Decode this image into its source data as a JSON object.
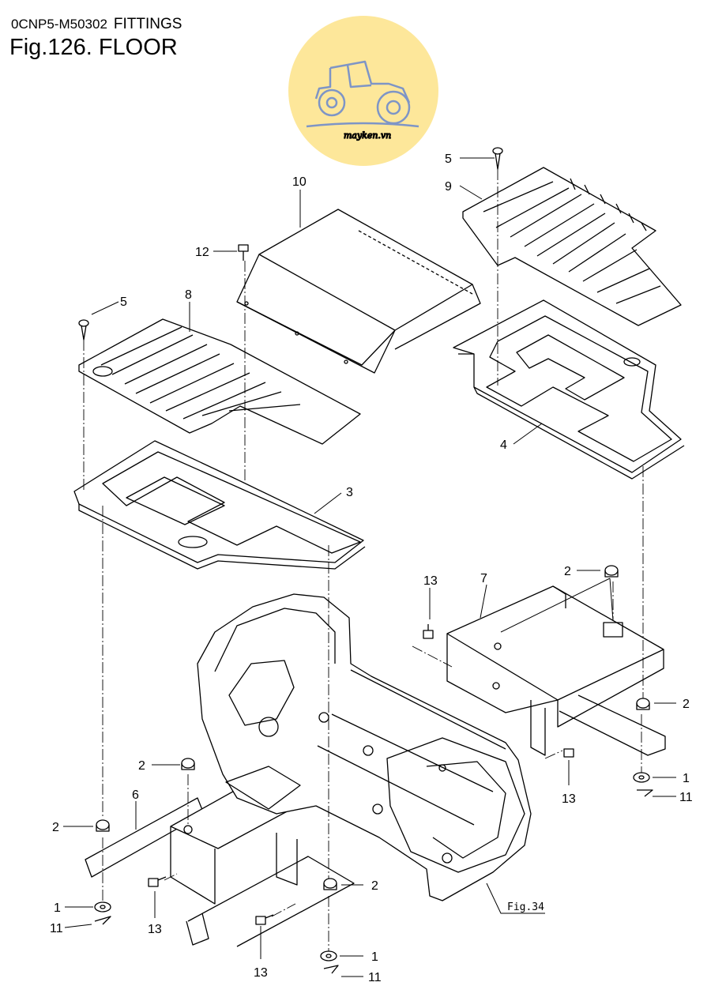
{
  "header": {
    "code": "0CNP5-M50302",
    "section": "FITTINGS",
    "figure_title": "Fig.126.  FLOOR"
  },
  "watermark": {
    "text": "mayken.vn",
    "icon": "tractor-icon",
    "color": "#fde79a"
  },
  "callouts": {
    "c5a": "5",
    "c9": "9",
    "c10": "10",
    "c12": "12",
    "c5b": "5",
    "c8": "8",
    "c4": "4",
    "c3": "3",
    "c13a": "13",
    "c7": "7",
    "c2a": "2",
    "c2b": "2",
    "c1a": "1",
    "c11a": "11",
    "c13b": "13",
    "c2c": "2",
    "c6": "6",
    "c2d": "2",
    "c1b": "1",
    "c11b": "11",
    "c13c": "13",
    "c2e": "2",
    "c13d": "13",
    "c1c": "1",
    "c11c": "11"
  },
  "figure_ref": "Fig.34"
}
